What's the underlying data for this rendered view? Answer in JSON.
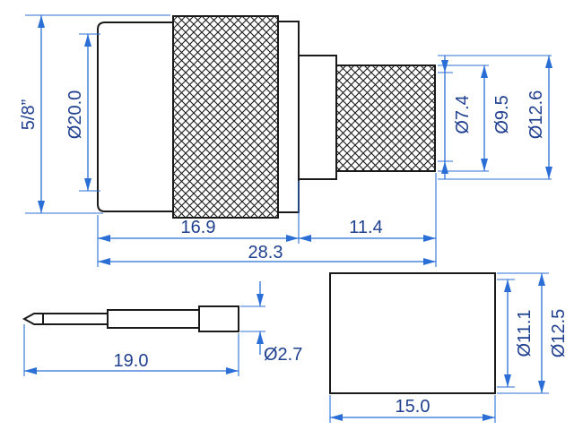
{
  "colors": {
    "dimension": "#2b6fd6",
    "dimension_text": "#1f3f8f",
    "outline": "#1a1a1a",
    "background": "#ffffff"
  },
  "connector": {
    "dim_thread": "5/8”",
    "dim_body_dia": "Ø20.0",
    "dim_knurl_dia": "Ø7.4",
    "dim_sleeve_dia": "Ø9.5",
    "dim_outer_dia": "Ø12.6",
    "len_front": "16.9",
    "len_rear": "11.4",
    "len_total": "28.3"
  },
  "pin": {
    "len": "19.0",
    "dia": "Ø2.7"
  },
  "ferrule": {
    "len": "15.0",
    "inner_dia": "Ø11.1",
    "outer_dia": "Ø12.5"
  }
}
